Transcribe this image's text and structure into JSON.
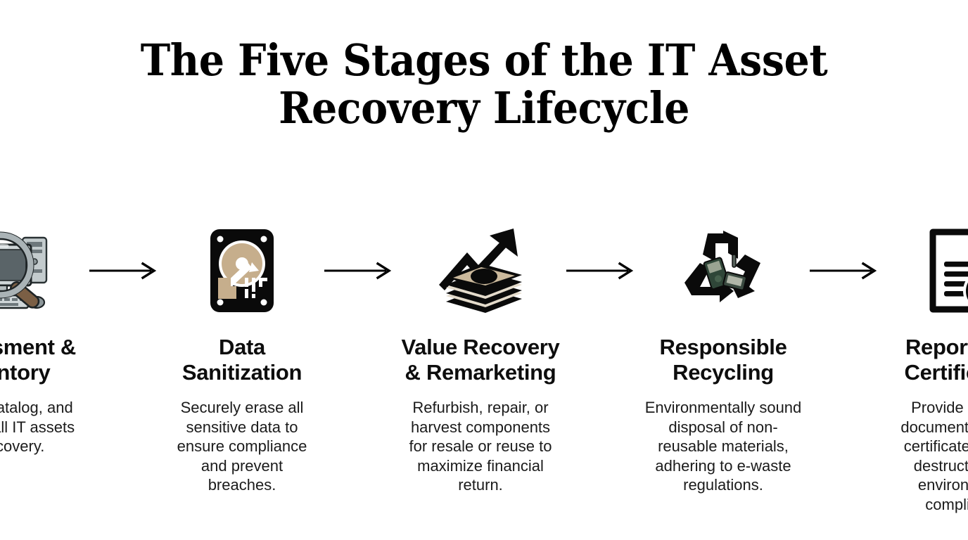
{
  "title": {
    "line1": "The Five Stages of the IT Asset",
    "line2": "Recovery Lifecycle"
  },
  "colors": {
    "background": "#ffffff",
    "text": "#0d0d0d",
    "body_text": "#1b1b1b",
    "arrow": "#000000",
    "icon_black": "#0a0a0a",
    "icon_tan": "#c6ae8c",
    "icon_tan_light": "#d6c4a6",
    "icon_gray_dark": "#4f585c",
    "icon_gray_mid": "#7c868a",
    "icon_gray_light": "#c3cbcd",
    "icon_handle_brown": "#7b5f45",
    "icon_green": "#2f4638"
  },
  "connector": {
    "icon": "arrow-right-icon",
    "count": 4
  },
  "stages": [
    {
      "id": "assessment-inventory",
      "icon": "computer-magnifier-icon",
      "heading": "Assessment & Inventory",
      "description": "Identify, catalog, and evaluate all IT assets for recovery."
    },
    {
      "id": "data-sanitization",
      "icon": "hard-drive-icon",
      "heading": "Data Sanitization",
      "description": "Securely erase all sensitive data to ensure compliance and prevent breaches."
    },
    {
      "id": "value-recovery-remarketing",
      "icon": "money-growth-arrow-icon",
      "heading": "Value Recovery & Remarketing",
      "description": "Refurbish, repair, or harvest components for resale or reuse to maximize financial return."
    },
    {
      "id": "responsible-recycling",
      "icon": "recycling-ewaste-icon",
      "heading": "Responsible Recycling",
      "description": "Environmentally sound disposal of non-reusable materials, adhering to e-waste regulations."
    },
    {
      "id": "reporting-certification",
      "icon": "document-check-icon",
      "heading": "Reporting & Certification",
      "description": "Provide detailed documentation and certificates of data destruction and environmental compliance."
    }
  ]
}
